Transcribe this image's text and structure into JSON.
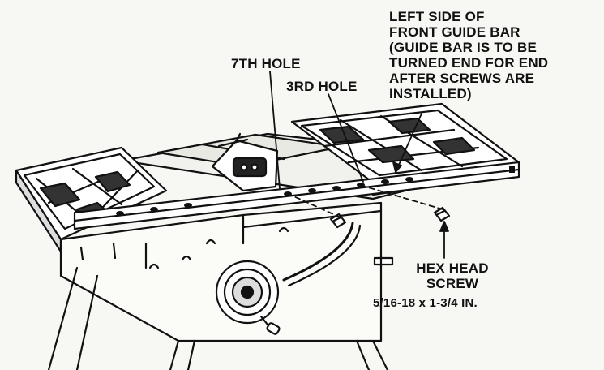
{
  "labels": {
    "left_side": {
      "line1": "LEFT SIDE OF",
      "line2": "FRONT GUIDE BAR",
      "line3": "(GUIDE BAR IS TO BE",
      "line4": "TURNED END FOR END",
      "line5": "AFTER SCREWS ARE",
      "line6": "INSTALLED)"
    },
    "seventh_hole": "7TH HOLE",
    "third_hole": "3RD HOLE",
    "hex_head": {
      "line1": "HEX HEAD",
      "line2": "SCREW",
      "size": "5/16-18 x 1-3/4 IN."
    }
  },
  "colors": {
    "ink": "#111111",
    "paper": "#f7f7f4"
  }
}
